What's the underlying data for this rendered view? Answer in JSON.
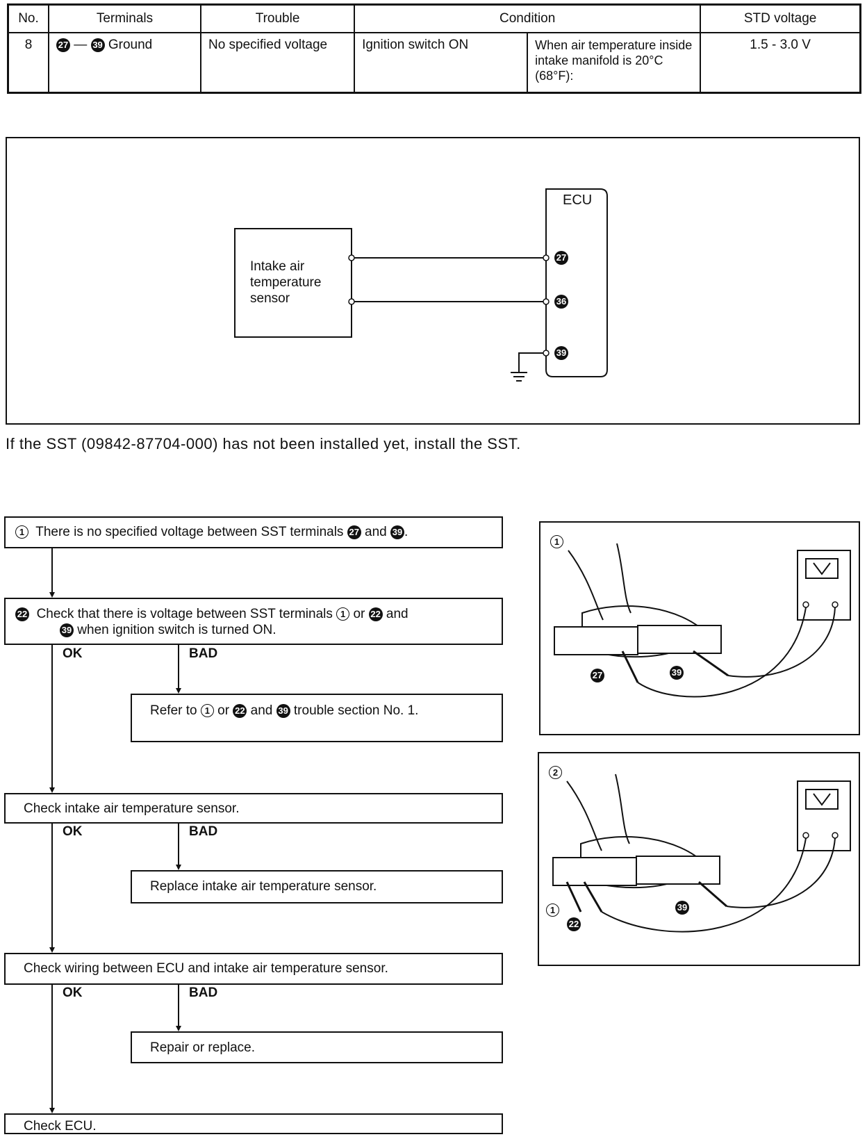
{
  "table": {
    "headers": {
      "no": "No.",
      "terminals": "Terminals",
      "trouble": "Trouble",
      "condition": "Condition",
      "std": "STD voltage"
    },
    "row": {
      "no": "8",
      "term_a": "27",
      "dash": "—",
      "term_b": "39",
      "ground": "Ground",
      "trouble": "No specified voltage",
      "cond1": "Ignition switch ON",
      "cond2": "When air temperature inside intake manifold is 20°C (68°F):",
      "std": "1.5 - 3.0 V"
    }
  },
  "diagram": {
    "ecu_label": "ECU",
    "sensor_label": "Intake air temperature sensor",
    "pin1": "27",
    "pin2": "36",
    "pin3": "39"
  },
  "note": "If the SST (09842-87704-000) has not been installed yet, install the SST.",
  "flow": {
    "step1": {
      "num": "1",
      "text_a": "There is no specified voltage between SST terminals",
      "t1": "27",
      "and": "and",
      "t2": "39",
      "end": "."
    },
    "step2": {
      "num": "22",
      "line1_a": "Check that there is voltage between SST terminals",
      "t1": "1",
      "or": "or",
      "t2": "22",
      "and": "and",
      "t3": "39",
      "line2": "when ignition switch is turned ON."
    },
    "ok": "OK",
    "bad": "BAD",
    "refer": {
      "text_a": "Refer to",
      "t1": "1",
      "or": "or",
      "t2": "22",
      "and": "and",
      "t3": "39",
      "text_b": "trouble section No. 1."
    },
    "check_sensor": "Check intake air temperature sensor.",
    "replace_sensor": "Replace intake air temperature sensor.",
    "check_wiring": "Check wiring between ECU and intake air temperature sensor.",
    "repair": "Repair or replace.",
    "check_ecu": "Check ECU."
  },
  "photos": {
    "p1": {
      "num": "1",
      "pin_a": "27",
      "pin_b": "39"
    },
    "p2": {
      "num": "2",
      "pin_a": "1",
      "pin_b": "22",
      "pin_c": "39"
    }
  }
}
